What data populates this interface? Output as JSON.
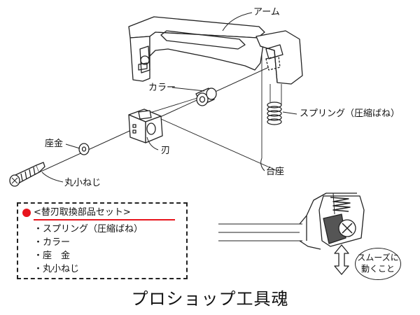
{
  "labels": {
    "arm": "アーム",
    "collar": "カラー",
    "spring": "スプリング（圧縮ばね）",
    "washer": "座金",
    "blade": "刃",
    "base": "台座",
    "screw": "丸小ねじ"
  },
  "kit": {
    "title": "<替刃取換部品セット>",
    "items": [
      "・スプリング（圧縮ばね）",
      "・カラー",
      "・座　金",
      "・丸小ねじ"
    ]
  },
  "note": {
    "line1": "スムーズに",
    "line2": "動くこと"
  },
  "shop_name": "プロショップ工具魂",
  "colors": {
    "accent": "#e8141d",
    "line": "#222222"
  }
}
